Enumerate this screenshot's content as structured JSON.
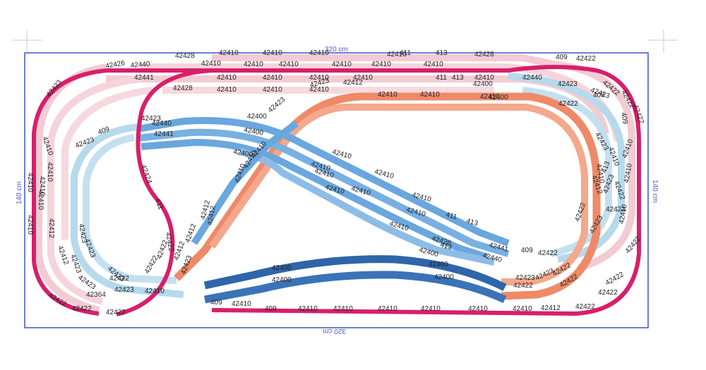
{
  "dimensions": {
    "width_top": "320 cm",
    "width_bottom": "320 cm",
    "height_left": "140 cm",
    "height_right": "140 cm"
  },
  "colors": {
    "border": "#3a55c8",
    "outer_loop": "#d81f6b",
    "pink_loop": "#f3cbd3",
    "light_blue": "#b6d9ec",
    "mid_blue": "#6aa7de",
    "dark_blue": "#2f65a9",
    "orange": "#ef8a68",
    "sleeper": "#777777"
  },
  "track_labels": [
    {
      "id": "t01",
      "text": "42428"
    },
    {
      "id": "t02",
      "text": "42410"
    },
    {
      "id": "t03",
      "text": "42410"
    },
    {
      "id": "t04",
      "text": "42410"
    },
    {
      "id": "t05",
      "text": "411"
    },
    {
      "id": "t06",
      "text": "413"
    },
    {
      "id": "t07",
      "text": "42428"
    },
    {
      "id": "t08",
      "text": "409"
    },
    {
      "id": "t09",
      "text": "42422"
    },
    {
      "id": "t10",
      "text": "42426"
    },
    {
      "id": "t11",
      "text": "42440"
    },
    {
      "id": "t12",
      "text": "42410"
    },
    {
      "id": "t13",
      "text": "42410"
    },
    {
      "id": "t14",
      "text": "42410"
    },
    {
      "id": "t15",
      "text": "42410"
    },
    {
      "id": "t16",
      "text": "42410"
    },
    {
      "id": "t17",
      "text": "42410"
    },
    {
      "id": "t18",
      "text": "42410"
    },
    {
      "id": "t19",
      "text": "42441"
    },
    {
      "id": "t20",
      "text": "42410"
    },
    {
      "id": "t21",
      "text": "42410"
    },
    {
      "id": "t22",
      "text": "42410"
    },
    {
      "id": "t23",
      "text": "42410"
    },
    {
      "id": "t24",
      "text": "411"
    },
    {
      "id": "t25",
      "text": "413"
    },
    {
      "id": "t26",
      "text": "42410"
    },
    {
      "id": "t27",
      "text": "42440"
    },
    {
      "id": "t28",
      "text": "42428"
    },
    {
      "id": "t29",
      "text": "42410"
    },
    {
      "id": "t30",
      "text": "42410"
    },
    {
      "id": "t31",
      "text": "42410"
    },
    {
      "id": "t32",
      "text": "42410"
    },
    {
      "id": "t33",
      "text": "42400"
    },
    {
      "id": "t34",
      "text": "42423"
    },
    {
      "id": "t35",
      "text": "42412"
    },
    {
      "id": "t36",
      "text": "42410"
    },
    {
      "id": "t37",
      "text": "42410"
    },
    {
      "id": "t38",
      "text": "42400"
    },
    {
      "id": "t39",
      "text": "42400"
    },
    {
      "id": "t40",
      "text": "42423"
    },
    {
      "id": "t41",
      "text": "42423"
    },
    {
      "id": "t42",
      "text": "42440"
    },
    {
      "id": "t43",
      "text": "42441"
    },
    {
      "id": "t44",
      "text": "42400"
    },
    {
      "id": "t45",
      "text": "42400"
    },
    {
      "id": "t46",
      "text": "42410"
    },
    {
      "id": "t47",
      "text": "42410"
    },
    {
      "id": "t48",
      "text": "42410"
    },
    {
      "id": "t49",
      "text": "42410"
    },
    {
      "id": "t50",
      "text": "42410"
    },
    {
      "id": "t51",
      "text": "42410"
    },
    {
      "id": "t52",
      "text": "42410"
    },
    {
      "id": "t53",
      "text": "42410"
    },
    {
      "id": "t54",
      "text": "42410"
    },
    {
      "id": "t55",
      "text": "411"
    },
    {
      "id": "t56",
      "text": "413"
    },
    {
      "id": "t57",
      "text": "42428"
    },
    {
      "id": "t58",
      "text": "413"
    },
    {
      "id": "t59",
      "text": "42400"
    },
    {
      "id": "t60",
      "text": "42441"
    },
    {
      "id": "t61",
      "text": "42440"
    },
    {
      "id": "t62",
      "text": "409"
    },
    {
      "id": "t63",
      "text": "42422"
    },
    {
      "id": "t64",
      "text": "42400"
    },
    {
      "id": "t65",
      "text": "42400"
    },
    {
      "id": "t66",
      "text": "42400"
    },
    {
      "id": "t67",
      "text": "42400"
    },
    {
      "id": "t68",
      "text": "42422"
    },
    {
      "id": "t69",
      "text": "42423"
    },
    {
      "id": "t70",
      "text": "42422"
    },
    {
      "id": "t71",
      "text": "42422"
    },
    {
      "id": "t72",
      "text": "42410"
    },
    {
      "id": "t73",
      "text": "42412"
    },
    {
      "id": "t74",
      "text": "42422"
    },
    {
      "id": "t75",
      "text": "409"
    },
    {
      "id": "t76",
      "text": "42410"
    },
    {
      "id": "t77",
      "text": "409"
    },
    {
      "id": "t78",
      "text": "42410"
    },
    {
      "id": "t79",
      "text": "42410"
    },
    {
      "id": "t80",
      "text": "42410"
    },
    {
      "id": "t81",
      "text": "42410"
    },
    {
      "id": "t82",
      "text": "42410"
    },
    {
      "id": "t83",
      "text": "42410"
    },
    {
      "id": "t84",
      "text": "42422"
    },
    {
      "id": "t85",
      "text": "42422"
    },
    {
      "id": "t86",
      "text": "42422"
    },
    {
      "id": "t87",
      "text": "42423"
    },
    {
      "id": "t88",
      "text": "42364"
    },
    {
      "id": "t89",
      "text": "42423"
    },
    {
      "id": "t90",
      "text": "42410"
    },
    {
      "id": "t91",
      "text": "42422"
    },
    {
      "id": "t92",
      "text": "42422"
    },
    {
      "id": "t93",
      "text": "42422"
    },
    {
      "id": "t94",
      "text": "42423"
    },
    {
      "id": "t95",
      "text": "42423"
    },
    {
      "id": "t96",
      "text": "42423"
    },
    {
      "id": "t97",
      "text": "42412"
    },
    {
      "id": "t98",
      "text": "42410"
    },
    {
      "id": "t99",
      "text": "42410"
    },
    {
      "id": "t100",
      "text": "42410"
    },
    {
      "id": "t101",
      "text": "42410"
    },
    {
      "id": "t102",
      "text": "42423"
    },
    {
      "id": "t103",
      "text": "42423"
    },
    {
      "id": "t104",
      "text": "409"
    },
    {
      "id": "t105",
      "text": "42423"
    },
    {
      "id": "t106",
      "text": "42412"
    },
    {
      "id": "t107",
      "text": "42410"
    },
    {
      "id": "t108",
      "text": "42423"
    },
    {
      "id": "t109",
      "text": "42424"
    },
    {
      "id": "t110",
      "text": "411"
    },
    {
      "id": "t111",
      "text": "42422"
    },
    {
      "id": "t112",
      "text": "42412"
    },
    {
      "id": "t113",
      "text": "42412"
    },
    {
      "id": "t114",
      "text": "42410"
    },
    {
      "id": "t115",
      "text": "42410"
    },
    {
      "id": "t116",
      "text": "42410"
    },
    {
      "id": "t117",
      "text": "42412"
    },
    {
      "id": "t118",
      "text": "42423"
    },
    {
      "id": "t119",
      "text": "42412"
    },
    {
      "id": "t120",
      "text": "42422"
    },
    {
      "id": "t121",
      "text": "42422"
    },
    {
      "id": "t122",
      "text": "42422"
    },
    {
      "id": "t123",
      "text": "42423"
    },
    {
      "id": "t124",
      "text": "42422"
    },
    {
      "id": "t125",
      "text": "408"
    },
    {
      "id": "t126",
      "text": "409"
    },
    {
      "id": "t127",
      "text": "42423"
    },
    {
      "id": "t128",
      "text": "42410"
    },
    {
      "id": "t129",
      "text": "42410"
    },
    {
      "id": "t130",
      "text": "42422"
    },
    {
      "id": "t131",
      "text": "42412"
    },
    {
      "id": "t132",
      "text": "42423"
    },
    {
      "id": "t133",
      "text": "42410"
    },
    {
      "id": "t134",
      "text": "42423"
    },
    {
      "id": "t135",
      "text": "42422"
    },
    {
      "id": "t136",
      "text": "42422"
    },
    {
      "id": "t137",
      "text": "42422"
    },
    {
      "id": "t138",
      "text": "42422"
    },
    {
      "id": "t139",
      "text": "413"
    },
    {
      "id": "t140",
      "text": "42410"
    },
    {
      "id": "t141",
      "text": "42423"
    },
    {
      "id": "t142",
      "text": "42410"
    },
    {
      "id": "t143",
      "text": "42423"
    }
  ]
}
